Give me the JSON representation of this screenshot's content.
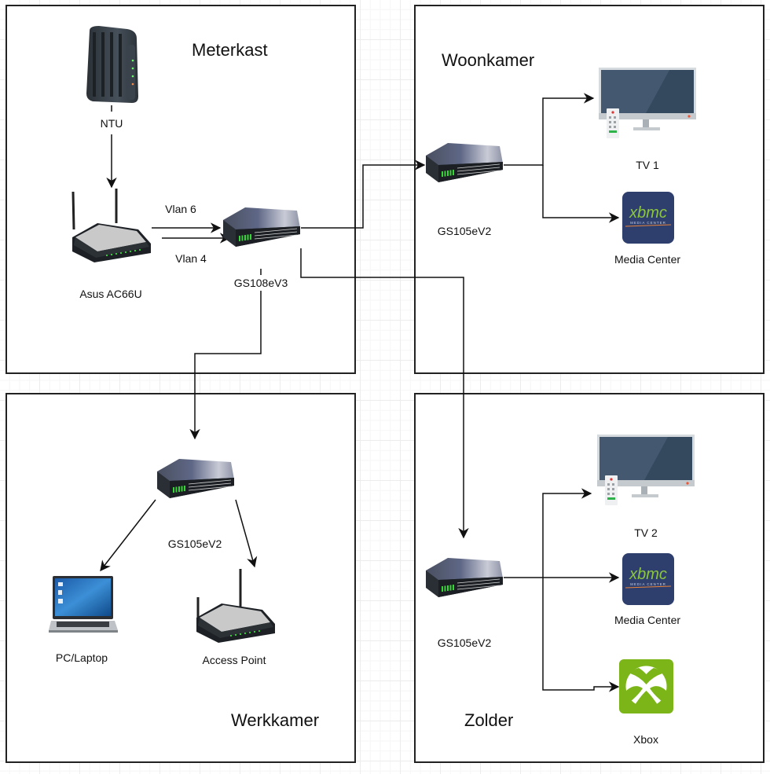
{
  "rooms": {
    "meterkast": "Meterkast",
    "woonkamer": "Woonkamer",
    "werkkamer": "Werkkamer",
    "zolder": "Zolder"
  },
  "devices": {
    "ntu": {
      "label": "NTU",
      "icon": "modem-icon"
    },
    "router": {
      "label": "Asus AC66U",
      "icon": "wireless-router-icon"
    },
    "core_switch": {
      "label": "GS108eV3",
      "icon": "network-switch-icon"
    },
    "woonkamer_switch": {
      "label": "GS105eV2",
      "icon": "network-switch-icon"
    },
    "tv1": {
      "label": "TV 1",
      "icon": "tv-icon"
    },
    "media_center_1": {
      "label": "Media Center",
      "icon": "xbmc-icon",
      "logo_text": "xbmc",
      "logo_subtext": "MEDIA CENTER"
    },
    "werkkamer_switch": {
      "label": "GS105eV2",
      "icon": "network-switch-icon"
    },
    "pc_laptop": {
      "label": "PC/Laptop",
      "icon": "laptop-icon"
    },
    "access_point": {
      "label": "Access Point",
      "icon": "wireless-router-icon"
    },
    "zolder_switch": {
      "label": "GS105eV2",
      "icon": "network-switch-icon"
    },
    "tv2": {
      "label": "TV 2",
      "icon": "tv-icon"
    },
    "media_center_2": {
      "label": "Media Center",
      "icon": "xbmc-icon",
      "logo_text": "xbmc",
      "logo_subtext": "MEDIA CENTER"
    },
    "xbox": {
      "label": "Xbox",
      "icon": "xbox-icon"
    }
  },
  "links": {
    "vlan6": "Vlan 6",
    "vlan4": "Vlan 4"
  },
  "colors": {
    "xbmc_bg": "#2e3f6e",
    "xbmc_green": "#8cc63f",
    "xbox_green": "#7cb518",
    "tv_screen": "#44596f"
  }
}
